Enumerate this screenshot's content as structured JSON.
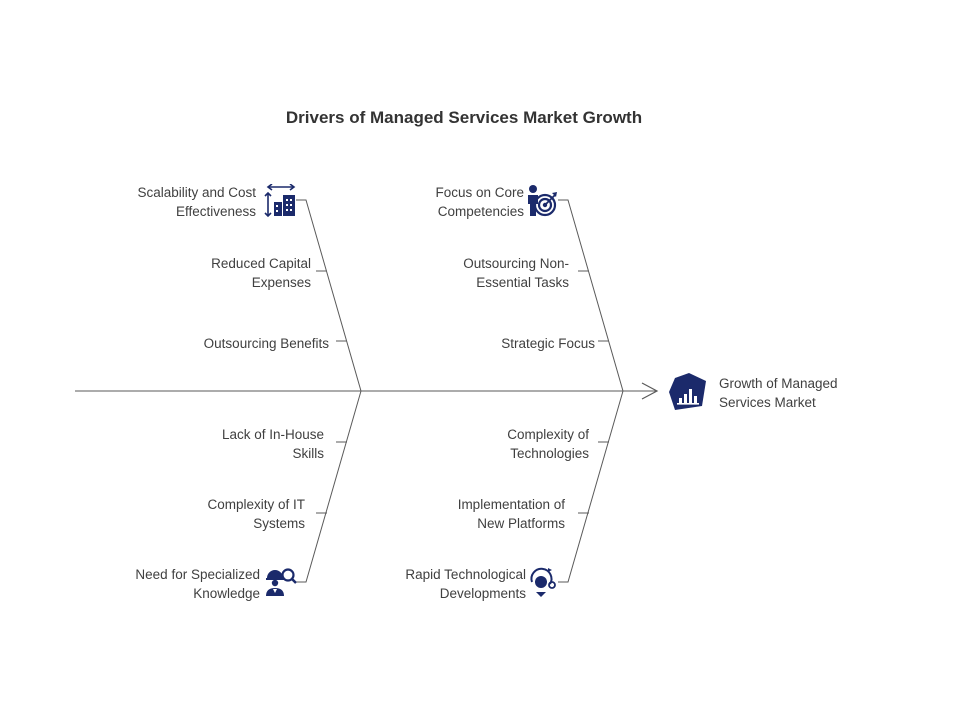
{
  "title": "Drivers of Managed Services Market Growth",
  "effect": {
    "label": "Growth  of Managed\nServices Market",
    "icon": "chart-badge-icon"
  },
  "colors": {
    "line": "#5a5a5a",
    "icon": "#1b2a6b",
    "text": "#404040"
  },
  "bones": {
    "top_left": {
      "items": [
        {
          "label": "Scalability and Cost\nEffectiveness",
          "icon": "scalability-building-icon"
        },
        {
          "label": "Reduced Capital\nExpenses"
        },
        {
          "label": "Outsourcing Benefits"
        }
      ]
    },
    "top_right": {
      "items": [
        {
          "label": "Focus on Core\nCompetencies",
          "icon": "target-person-icon"
        },
        {
          "label": "Outsourcing Non-\nEssential Tasks"
        },
        {
          "label": "Strategic Focus"
        }
      ]
    },
    "bottom_left": {
      "items": [
        {
          "label": "Lack of In-House\nSkills"
        },
        {
          "label": "Complexity of IT\nSystems"
        },
        {
          "label": "Need for Specialized\nKnowledge",
          "icon": "expert-search-icon"
        }
      ]
    },
    "bottom_right": {
      "items": [
        {
          "label": "Complexity of\nTechnologies"
        },
        {
          "label": "Implementation  of\nNew Platforms"
        },
        {
          "label": "Rapid Technological\nDevelopments",
          "icon": "innovation-bulb-icon"
        }
      ]
    }
  }
}
